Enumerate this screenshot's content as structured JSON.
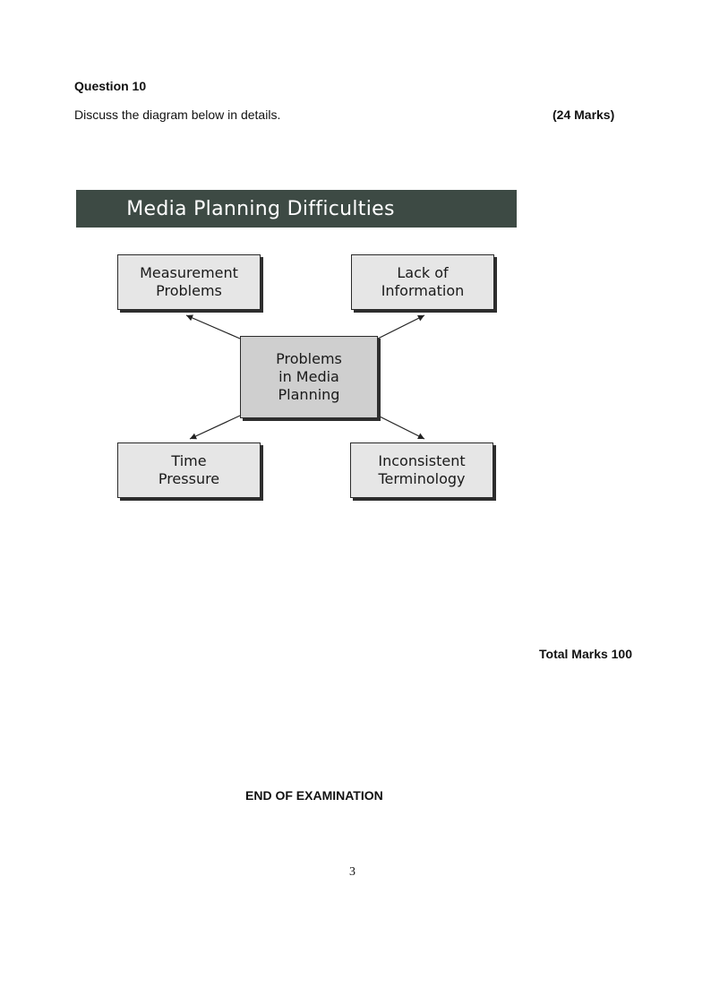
{
  "question": {
    "title": "Question 10",
    "instruction": "Discuss the diagram below in details.",
    "marks": "(24 Marks)"
  },
  "diagram": {
    "banner": "Media Planning Difficulties",
    "center": [
      "Problems",
      "in Media",
      "Planning"
    ],
    "boxes": {
      "top_left": [
        "Measurement",
        "Problems"
      ],
      "top_right": [
        "Lack of",
        "Information"
      ],
      "bottom_left": [
        "Time",
        "Pressure"
      ],
      "bottom_right": [
        "Inconsistent",
        "Terminology"
      ]
    }
  },
  "footer": {
    "total": "Total Marks 100",
    "end": "END OF EXAMINATION",
    "page_number": "3"
  }
}
